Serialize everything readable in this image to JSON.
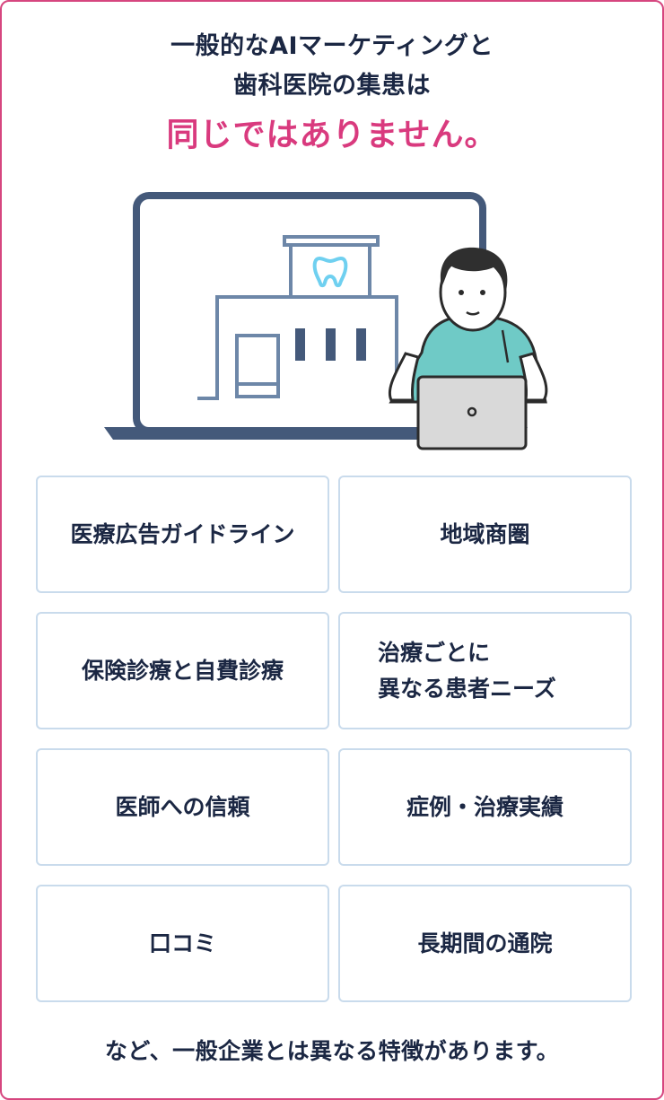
{
  "heading": {
    "line1": "一般的なAIマーケティングと",
    "line2": "歯科医院の集患は",
    "accent": "同じではありません。"
  },
  "colors": {
    "border": "#d6467f",
    "accent_text": "#d93a7e",
    "navy": "#1b2743",
    "laptop_frame": "#44597a",
    "building_line": "#6d87a8",
    "tooth": "#6fd0f0",
    "shirt": "#6fcac6",
    "cell_border": "#c9dbec"
  },
  "illustration": {
    "icons": [
      "laptop-icon",
      "clinic-building-icon",
      "tooth-icon",
      "person-with-laptop-icon"
    ]
  },
  "features": [
    {
      "lines": [
        "医療広告ガイドライン"
      ]
    },
    {
      "lines": [
        "地域商圏"
      ]
    },
    {
      "lines": [
        "保険診療と自費診療"
      ]
    },
    {
      "lines": [
        "治療ごとに",
        "異なる患者ニーズ"
      ]
    },
    {
      "lines": [
        "医師への信頼"
      ]
    },
    {
      "lines": [
        "症例・治療実績"
      ]
    },
    {
      "lines": [
        "口コミ"
      ]
    },
    {
      "lines": [
        "長期間の通院"
      ]
    }
  ],
  "footer": "など、一般企業とは異なる特徴があります。"
}
